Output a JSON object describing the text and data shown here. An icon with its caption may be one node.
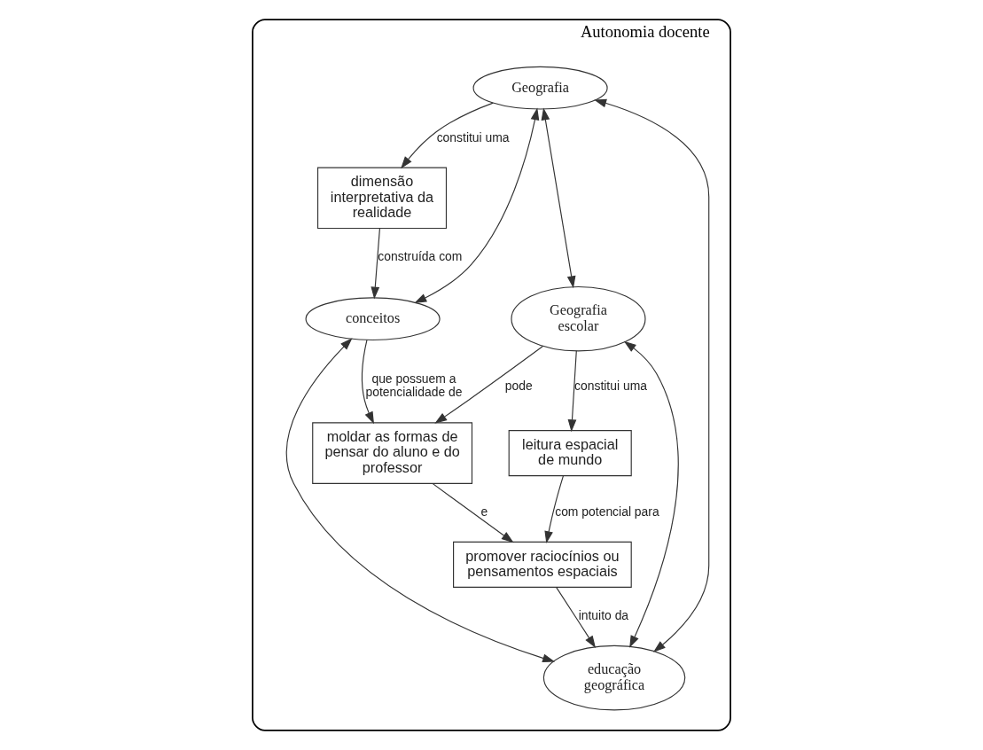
{
  "diagram": {
    "nodes": [
      {
        "text": [
          "Autonomia docente"
        ]
      },
      {
        "text": [
          "Geografia"
        ],
        "in": 0
      },
      {
        "text": [
          "dimensão interpretativa da realidade"
        ],
        "in": 0
      },
      {
        "text": [
          "conceitos"
        ],
        "in": 0
      },
      {
        "text": [
          "Geografia escolar"
        ],
        "in": 0
      },
      {
        "text": [
          "leitura espacial de mundo"
        ],
        "in": 0
      },
      {
        "text": [
          "educação geográfica"
        ],
        "in": 0
      },
      {
        "text": [
          "moldar as formas de pensar do aluno e do professor"
        ],
        "in": 0
      },
      {
        "text": [
          "promover raciocínios ou pensamentos espaciais"
        ],
        "in": 0
      }
    ],
    "edges": [
      {
        "from": 1,
        "to": 2,
        "arrow": "to",
        "label": "constitui uma"
      },
      {
        "from": 2,
        "to": 3,
        "arrow": "to",
        "label": "construída com"
      },
      {
        "from": 1,
        "to": 3,
        "arrow": "both"
      },
      {
        "from": 1,
        "to": 4,
        "arrow": "both"
      },
      {
        "from": 1,
        "to": 6,
        "arrow": "both"
      },
      {
        "from": 3,
        "to": 6,
        "arrow": "both"
      },
      {
        "from": 4,
        "to": 6,
        "arrow": "both"
      },
      {
        "from": 4,
        "to": 5,
        "arrow": "to",
        "label": "constitui uma"
      },
      {
        "from": 4,
        "to": 7,
        "arrow": "to",
        "label": "pode"
      },
      {
        "from": 3,
        "to": 7,
        "arrow": "to",
        "label": "que possuem a potencialidade de"
      },
      {
        "from": 5,
        "to": 8,
        "arrow": "to",
        "label": "com potencial para"
      },
      {
        "from": 8,
        "to": 6,
        "arrow": "to",
        "label": "intuito da"
      },
      {
        "from": 7,
        "to": 8,
        "arrow": "to",
        "label": "e"
      }
    ]
  }
}
